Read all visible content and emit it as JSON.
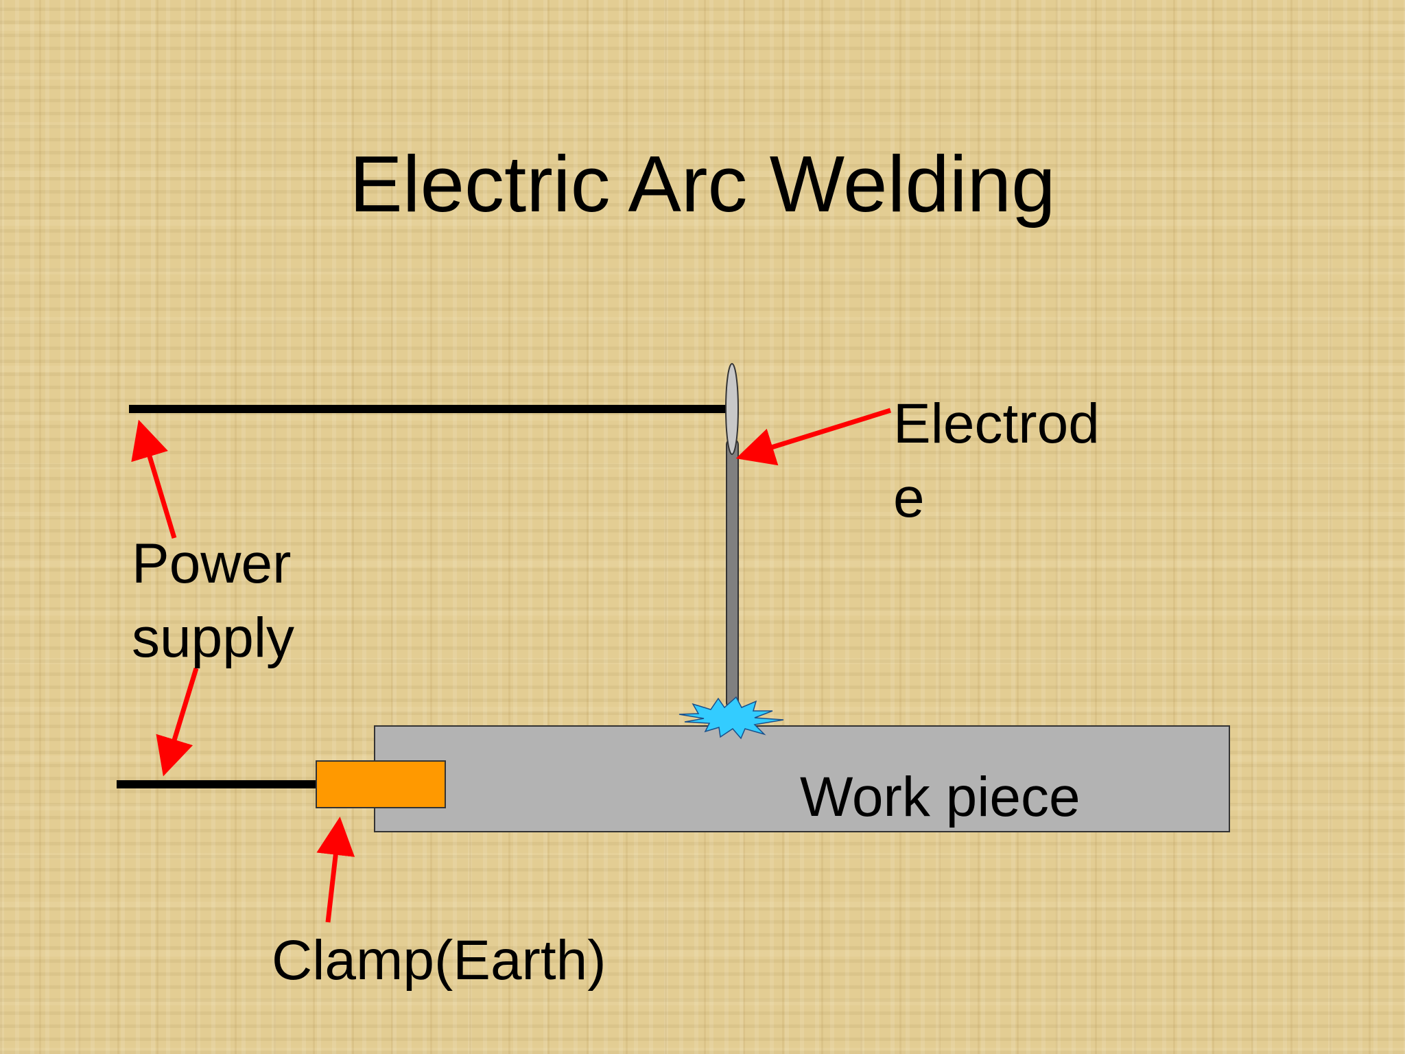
{
  "slide": {
    "title": "Electric Arc Welding",
    "colors": {
      "background": "#e3cd93",
      "wire": "#000000",
      "electrode": "#808080",
      "electrode_holder": "#c8c8c8",
      "work_piece": "#b3b3b3",
      "clamp": "#ff9900",
      "arc": "#33ccff",
      "arrows": "#ff0000"
    }
  },
  "labels": {
    "electrode_line1": "Electrod",
    "electrode_line2": "e",
    "power_supply_line1": "Power",
    "power_supply_line2": "supply",
    "work_piece": "Work piece",
    "clamp": "Clamp(Earth)"
  }
}
